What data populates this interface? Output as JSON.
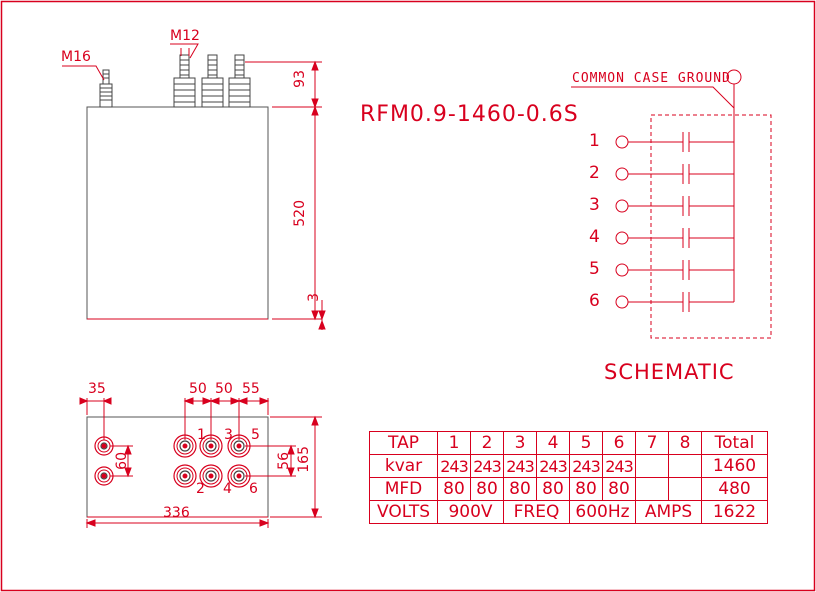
{
  "front_view": {
    "terminal_thread_single": "M16",
    "terminal_thread_multi": "M12",
    "dim_terminal_height": "93",
    "dim_body_height": "520",
    "dim_bottom": "3"
  },
  "model": "RFM0.9-1460-0.6S",
  "schematic": {
    "ground_label": "COMMON CASE GROUND",
    "caption": "SCHEMATIC",
    "taps": [
      "1",
      "2",
      "3",
      "4",
      "5",
      "6"
    ]
  },
  "top_view": {
    "dim_left_offset": "35",
    "dim_spacing_1": "50",
    "dim_spacing_2": "50",
    "dim_spacing_3": "55",
    "dim_bolt_spacing": "60",
    "dim_row_spacing": "56",
    "dim_depth": "165",
    "dim_width": "336",
    "terminal_labels": [
      "1",
      "3",
      "5",
      "2",
      "4",
      "6"
    ]
  },
  "spec_table": {
    "rows": [
      [
        "TAP",
        "1",
        "2",
        "3",
        "4",
        "5",
        "6",
        "7",
        "8",
        "Total"
      ],
      [
        "kvar",
        "243",
        "243",
        "243",
        "243",
        "243",
        "243",
        "",
        "",
        "1460"
      ],
      [
        "MFD",
        "80",
        "80",
        "80",
        "80",
        "80",
        "80",
        "",
        "",
        "480"
      ]
    ],
    "last_row": {
      "volts_label": "VOLTS",
      "volts_value": "900V",
      "freq_label": "FREQ",
      "freq_value": "600Hz",
      "amps_label": "AMPS",
      "amps_value": "1622"
    }
  },
  "colors": {
    "line": "#d8001e",
    "body_outline": "#555555",
    "background": "#ffffff"
  }
}
